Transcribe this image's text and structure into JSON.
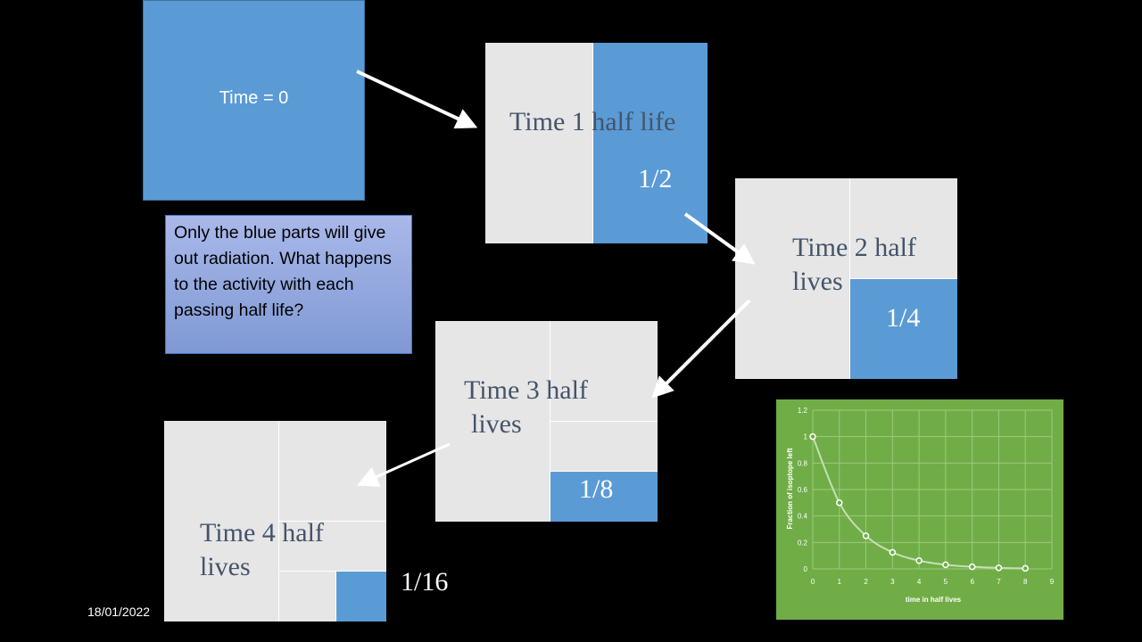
{
  "box0": {
    "label": "Time = 0"
  },
  "box1": {
    "label": "Time 1 half life",
    "fraction": "1/2"
  },
  "box2": {
    "label_line1": "Time 2 half",
    "label_line2": "lives",
    "fraction": "1/4"
  },
  "box3": {
    "label_line1": "Time 3 half",
    "label_line2": "lives",
    "fraction": "1/8"
  },
  "box4": {
    "label_line1": "Time 4 half",
    "label_line2": "lives",
    "fraction": "1/16"
  },
  "note": {
    "text": "Only the blue parts will give out radiation. What happens to the activity with each passing half life?"
  },
  "footer": {
    "date": "18/01/2022"
  },
  "colors": {
    "active": "#5b9bd5",
    "decayed": "#e7e6e6",
    "background": "#000000",
    "chart_bg": "#70ad47"
  },
  "chart_data": {
    "type": "scatter",
    "x": [
      0,
      1,
      2,
      3,
      4,
      5,
      6,
      7,
      8
    ],
    "y": [
      1,
      0.5,
      0.25,
      0.125,
      0.0625,
      0.03125,
      0.015625,
      0.0078125,
      0.00390625
    ],
    "xlabel": "time in half lives",
    "ylabel": "Fraction of isoptope left",
    "xlim": [
      0,
      9
    ],
    "ylim": [
      0,
      1.2
    ],
    "xticks": [
      "0",
      "1",
      "2",
      "3",
      "4",
      "5",
      "6",
      "7",
      "8",
      "9"
    ],
    "yticks": [
      "0",
      "0.2",
      "0.4",
      "0.6",
      "0.8",
      "1",
      "1.2"
    ],
    "grid": true,
    "smooth_line": true
  }
}
